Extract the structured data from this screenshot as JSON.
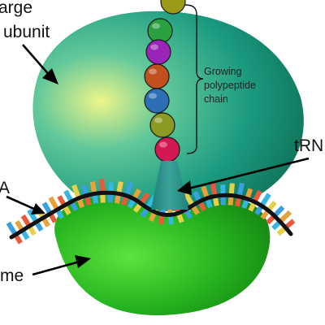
{
  "labels": {
    "large_subunit_line1": "arge",
    "large_subunit_line2": "ubunit",
    "growing_chain_line1": "Growing",
    "growing_chain_line2": "polypeptide",
    "growing_chain_line3": "chain",
    "trna": "tRN",
    "mrna": "A",
    "small_subunit": "me"
  },
  "colors": {
    "large_subunit": "#1f9a7c",
    "small_subunit": "#21a51c",
    "trna": "#2c8f88",
    "mrna_strand": "#111111"
  },
  "amino_acid_colors": [
    "#9a9a18",
    "#2aa140",
    "#9b24b8",
    "#c0501e",
    "#2c6fb4",
    "#8a9a22",
    "#d41854"
  ],
  "mrna_base_colors": [
    "#3aa0e0",
    "#e8a23c",
    "#e85a3c",
    "#34b7e0",
    "#e6d04a"
  ]
}
